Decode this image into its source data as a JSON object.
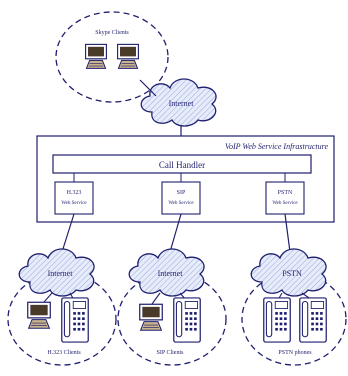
{
  "top_group": {
    "label": "Skype Clients",
    "cloud_label": "Internet"
  },
  "infrastructure": {
    "title": "VoIP Web Service Infrastructure",
    "call_handler": "Call Handler",
    "services": [
      {
        "line1": "H.323",
        "line2": "Web Service"
      },
      {
        "line1": "SIP",
        "line2": "Web Service"
      },
      {
        "line1": "PSTN",
        "line2": "Web Service"
      }
    ]
  },
  "bottom_groups": [
    {
      "cloud_label": "Internet",
      "client_label": "H.323 Clients"
    },
    {
      "cloud_label": "Internet",
      "client_label": "SIP Clients"
    },
    {
      "cloud_label": "PSTN",
      "client_label": "PSTN phones"
    }
  ],
  "colors": {
    "line": "#1f1f6f",
    "cloud_fill": "#d7dff5",
    "box_fill": "#ffffff",
    "screen": "#4a3a2a",
    "keyboard": "#c9b38a"
  }
}
